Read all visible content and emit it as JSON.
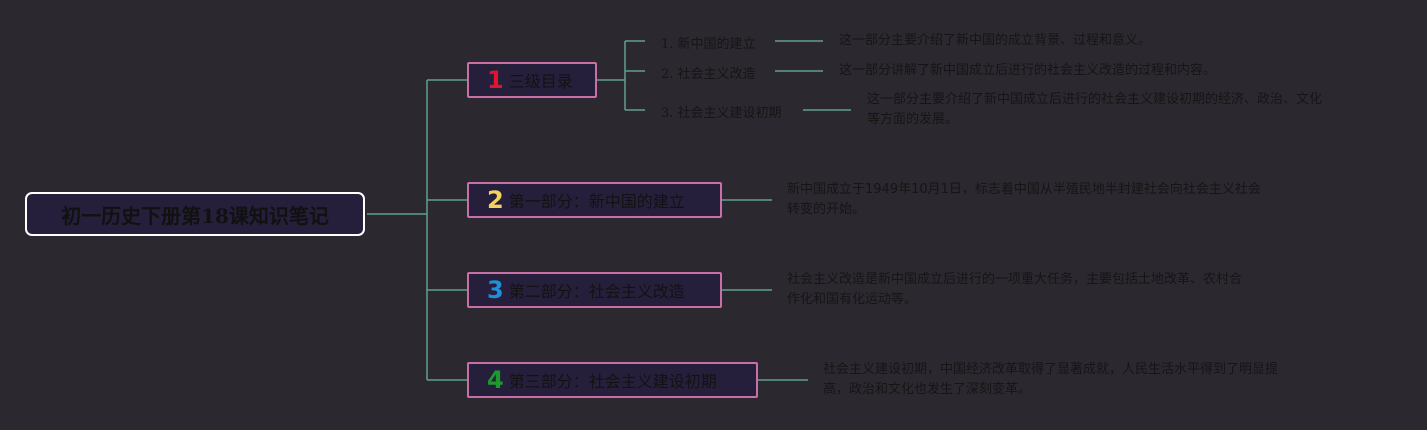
{
  "root": {
    "title": "初一历史下册第18课知识笔记"
  },
  "branches": [
    {
      "number": "1",
      "number_color": "#e0142e",
      "label": "三级目录"
    },
    {
      "number": "2",
      "number_color": "#f2d35e",
      "label": "第一部分：新中国的建立"
    },
    {
      "number": "3",
      "number_color": "#1f8fd8",
      "label": "第二部分：社会主义改造"
    },
    {
      "number": "4",
      "number_color": "#1d9a2e",
      "label": "第三部分：社会主义建设初期"
    }
  ],
  "toc_items": [
    {
      "label": "1. 新中国的建立",
      "desc": "这一部分主要介绍了新中国的成立背景、过程和意义。"
    },
    {
      "label": "2. 社会主义改造",
      "desc": "这一部分讲解了新中国成立后进行的社会主义改造的过程和内容。"
    },
    {
      "label": "3. 社会主义建设初期",
      "desc_lines": [
        "这一部分主要介绍了新中国成立后进行的社会主义建设初期的经济、政治、文化",
        "等方面的发展。"
      ]
    }
  ],
  "branch_descs": [
    [
      "新中国成立于1949年10月1日，标志着中国从半殖民地半封建社会向社会主义社会",
      "转变的开始。"
    ],
    [
      "社会主义改造是新中国成立后进行的一项重大任务，主要包括土地改革、农村合",
      "作化和国有化运动等。"
    ],
    [
      "社会主义建设初期，中国经济改革取得了显著成就，人民生活水平得到了明显提",
      "高，政治和文化也发生了深刻变革。"
    ]
  ],
  "colors": {
    "background": "#2c2830",
    "connector": "#5f9e92",
    "branch_border": "#c86fa6",
    "node_fill": "#261f3b"
  }
}
